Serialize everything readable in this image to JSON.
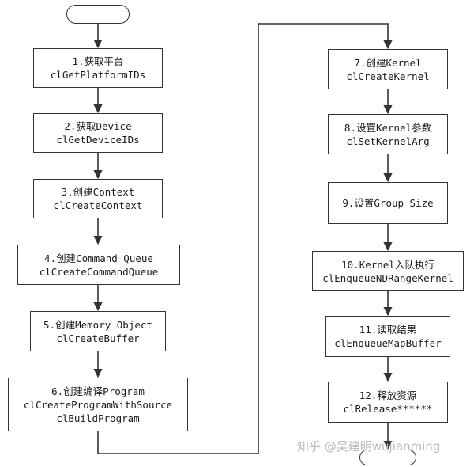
{
  "diagram": {
    "left_column": [
      {
        "line1": "1.获取平台",
        "line2": "clGetPlatformIDs"
      },
      {
        "line1": "2.获取Device",
        "line2": "clGetDeviceIDs"
      },
      {
        "line1": "3.创建Context",
        "line2": "clCreateContext"
      },
      {
        "line1": "4.创建Command Queue",
        "line2": "clCreateCommandQueue"
      },
      {
        "line1": "5.创建Memory Object",
        "line2": "clCreateBuffer"
      },
      {
        "line1": "6.创建编译Program",
        "line2": "clCreateProgramWithSource",
        "line3": "clBuildProgram"
      }
    ],
    "right_column": [
      {
        "line1": "7.创建Kernel",
        "line2": "clCreateKernel"
      },
      {
        "line1": "8.设置Kernel参数",
        "line2": "clSetKernelArg"
      },
      {
        "line1": "9.设置Group Size"
      },
      {
        "line1": "10.Kernel入队执行",
        "line2": "clEnqueueNDRangeKernel"
      },
      {
        "line1": "11.读取结果",
        "line2": "clEnqueueMapBuffer"
      },
      {
        "line1": "12.释放资源",
        "line2": "clRelease******"
      }
    ],
    "colors": {
      "line": "#333333",
      "box_border": "#333333",
      "watermark": "#b9b9b9"
    }
  },
  "watermark": "知乎 @吴建明wujianming"
}
